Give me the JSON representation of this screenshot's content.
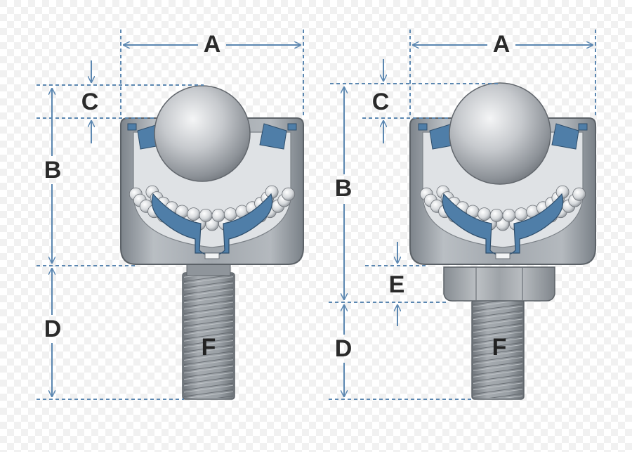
{
  "diagrams": [
    {
      "labels": {
        "a": "A",
        "b": "B",
        "c": "C",
        "d": "D",
        "f": "F"
      }
    },
    {
      "labels": {
        "a": "A",
        "b": "B",
        "c": "C",
        "d": "D",
        "e": "E",
        "f": "F"
      }
    }
  ],
  "colors": {
    "dimension_line": "#5b87b1",
    "housing": "#9fa5ab",
    "seal_blue": "#4f7ea8",
    "ball": "#c9ccd0",
    "text": "#2a2a2a"
  }
}
